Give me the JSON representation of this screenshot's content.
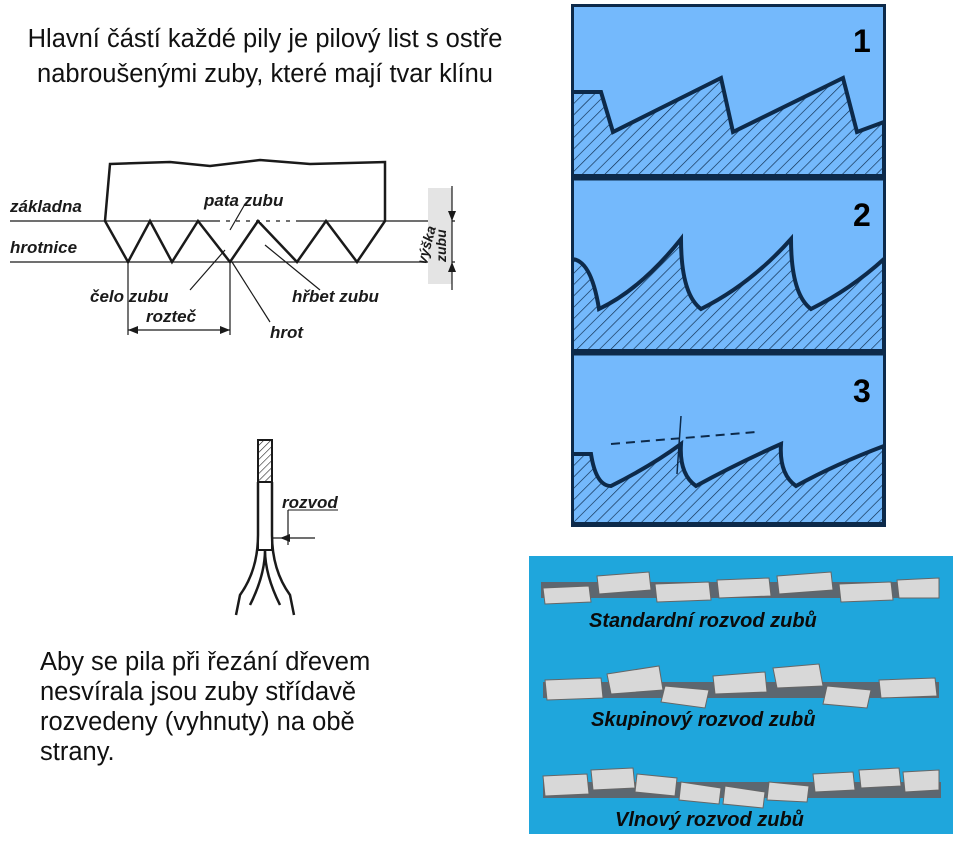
{
  "title": "Hlavní částí každé pily je pilový list s ostře nabroušenými zuby, které mají tvar klínu",
  "description": "Aby se pila při řezání dřevem nesvírala jsou zuby střídavě rozvedeny (vyhnuty) na obě strany.",
  "tooth_diagram": {
    "zakladna": "základna",
    "pata_zubu": "pata zubu",
    "hrotnice": "hrotnice",
    "vyska": "výška",
    "zubu": "zubu",
    "celo_zubu": "čelo zubu",
    "hrbet_zubu": "hřbet zubu",
    "roztec": "rozteč",
    "hrot": "hrot"
  },
  "set_diagram": {
    "rozvod": "rozvod"
  },
  "tooth_shapes": {
    "n1": "1",
    "n2": "2",
    "n3": "3"
  },
  "tooth_sets": {
    "standard": "Standardní rozvod zubů",
    "group": "Skupinový rozvod zubů",
    "wave": "Vlnový rozvod zubů"
  },
  "colors": {
    "blue_panel": "#74b9fc",
    "cyan_panel": "#1fa6dc",
    "tooth_grey": "#d8d8d8"
  }
}
